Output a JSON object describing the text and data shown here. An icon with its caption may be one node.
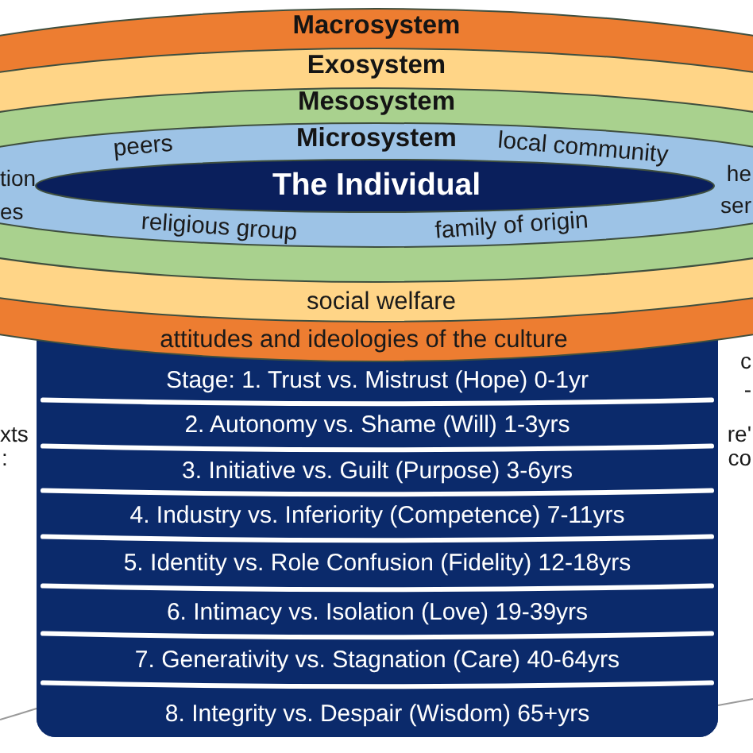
{
  "diagram": {
    "nodes": [
      {
        "text": [
          "Macrosystem",
          "attitudes and ideologies of the culture"
        ]
      },
      {
        "text": [
          "Exosystem",
          "social welfare"
        ],
        "in": 0
      },
      {
        "text": [
          "Mesosystem"
        ],
        "in": 1
      },
      {
        "text": [
          "Microsystem",
          "peers",
          "local community",
          "tion",
          "he",
          "es",
          "ser",
          "religious group",
          "family of origin"
        ],
        "in": 2
      },
      {
        "text": [
          "The Individual"
        ],
        "in": 3
      },
      {
        "text": [
          "Stage: 1. Trust vs. Mistrust (Hope) 0-1yr"
        ]
      },
      {
        "text": [
          "2. Autonomy vs. Shame (Will) 1-3yrs"
        ]
      },
      {
        "text": [
          "3. Initiative vs. Guilt (Purpose) 3-6yrs"
        ]
      },
      {
        "text": [
          "4. Industry vs. Inferiority (Competence) 7-11yrs"
        ]
      },
      {
        "text": [
          "5. Identity vs. Role Confusion (Fidelity) 12-18yrs"
        ]
      },
      {
        "text": [
          "6. Intimacy vs. Isolation (Love) 19-39yrs"
        ]
      },
      {
        "text": [
          "7. Generativity vs. Stagnation (Care) 40-64yrs"
        ]
      },
      {
        "text": [
          "8. Integrity vs. Despair (Wisdom) 65+yrs"
        ]
      }
    ],
    "labels": [
      "c",
      "-",
      "xts",
      "re'",
      ":",
      "co"
    ]
  }
}
